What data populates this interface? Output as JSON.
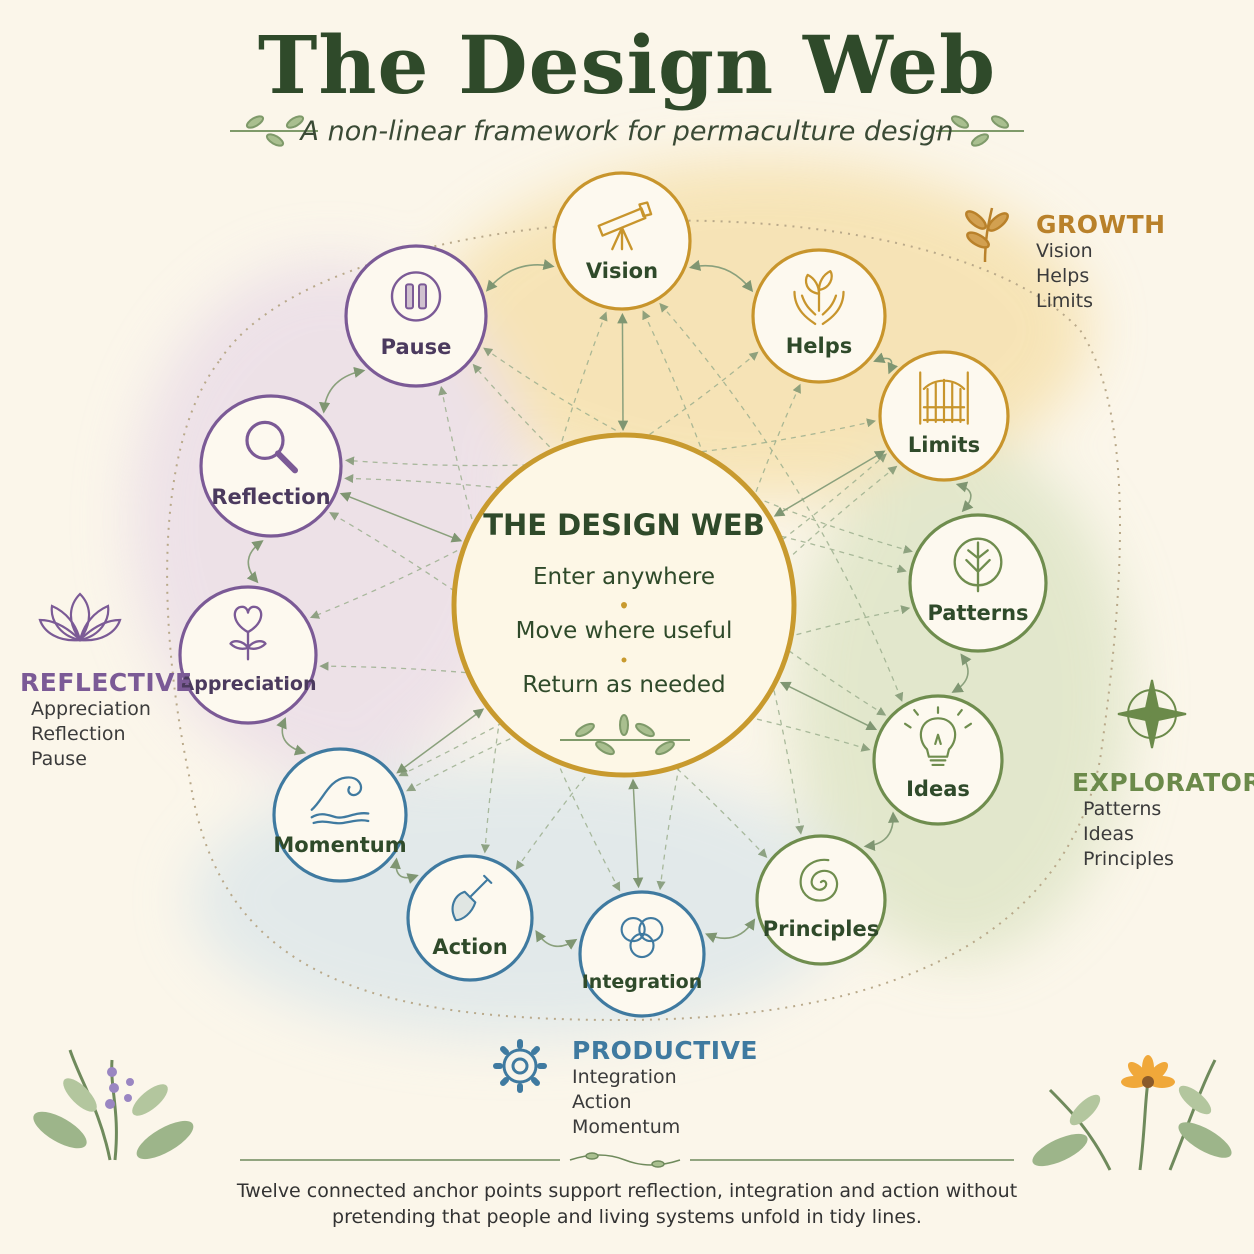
{
  "title": "The Design Web",
  "subtitle": "A non-linear framework for permaculture design",
  "center": {
    "title": "THE DESIGN WEB",
    "lines": [
      "Enter anywhere",
      "Move where useful",
      "Return as needed"
    ]
  },
  "nodes": [
    {
      "label": "Vision",
      "icon": "telescope-icon"
    },
    {
      "label": "Helps",
      "icon": "hands-seedling-icon"
    },
    {
      "label": "Limits",
      "icon": "gate-icon"
    },
    {
      "label": "Patterns",
      "icon": "tree-icon"
    },
    {
      "label": "Ideas",
      "icon": "lightbulb-icon"
    },
    {
      "label": "Principles",
      "icon": "spiral-icon"
    },
    {
      "label": "Integration",
      "icon": "knot-icon"
    },
    {
      "label": "Action",
      "icon": "trowel-icon"
    },
    {
      "label": "Momentum",
      "icon": "wave-icon"
    },
    {
      "label": "Appreciation",
      "icon": "heart-sprout-icon"
    },
    {
      "label": "Reflection",
      "icon": "magnifier-icon"
    },
    {
      "label": "Pause",
      "icon": "pause-icon"
    }
  ],
  "groups": {
    "growth": {
      "title": "GROWTH",
      "items": [
        "Vision",
        "Helps",
        "Limits"
      ],
      "color": "#b9812a",
      "icon": "sprig-icon"
    },
    "reflective": {
      "title": "REFLECTIVE",
      "items": [
        "Appreciation",
        "Reflection",
        "Pause"
      ],
      "color": "#7b5a96",
      "icon": "lotus-icon"
    },
    "exploratory": {
      "title": "EXPLORATORY",
      "items": [
        "Patterns",
        "Ideas",
        "Principles"
      ],
      "color": "#6b8a4a",
      "icon": "compass-icon"
    },
    "productive": {
      "title": "PRODUCTIVE",
      "items": [
        "Integration",
        "Action",
        "Momentum"
      ],
      "color": "#3f7aa0",
      "icon": "gear-icon"
    }
  },
  "colors": {
    "background": "#fbf6ea",
    "center_ring": "#c89a2e",
    "dark_green": "#2f4a2a",
    "arrows": "#8aa07c"
  },
  "footer": "Twelve connected anchor points support reflection, integration and action without pretending that people and living systems unfold in tidy lines."
}
